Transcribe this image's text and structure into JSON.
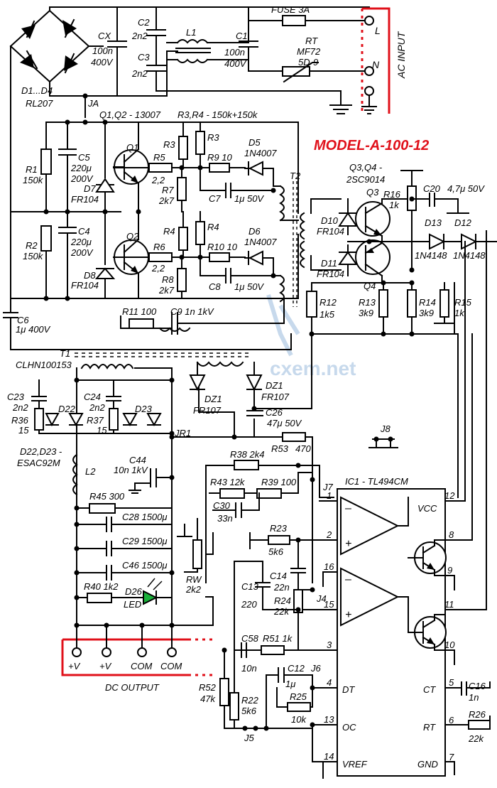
{
  "title": "MODEL-A-100-12",
  "watermark": "cxem.net",
  "ac_input": {
    "label": "AC INPUT",
    "L": "L",
    "N": "N"
  },
  "dc_output": {
    "label": "DC OUTPUT",
    "terminals": [
      "+V",
      "+V",
      "COM",
      "COM"
    ]
  },
  "ic": {
    "name": "IC1 - TL494CM",
    "pins": {
      "vcc": "VCC",
      "dt": "DT",
      "oc": "OC",
      "vref": "VREF",
      "ct": "CT",
      "rt": "RT",
      "gnd": "GND"
    },
    "pin_numbers": [
      "1",
      "2",
      "3",
      "4",
      "5",
      "6",
      "7",
      "8",
      "9",
      "10",
      "11",
      "12",
      "13",
      "14",
      "15",
      "16"
    ]
  },
  "labels": {
    "fuse": "FUSE  3A",
    "rt1": "RT",
    "rt2": "MF72",
    "rt3": "5D-9",
    "cx1": "CX",
    "cx2": "100n",
    "cx3": "400V",
    "c2a": "C2",
    "c2b": "2n2",
    "c3a": "C3",
    "c3b": "2n2",
    "l1": "L1",
    "c1a": "C1",
    "c1b": "100n",
    "c1c": "400V",
    "d1": "D1...D4",
    "d2": "RL207",
    "ja": "JA",
    "q12": "Q1,Q2 - 13007",
    "r34": "R3,R4 - 150k+150k",
    "c5a": "C5",
    "c5b": "220μ",
    "c5c": "200V",
    "r1a": "R1",
    "r1b": "150k",
    "r2a": "R2",
    "r2b": "150k",
    "c4a": "C4",
    "c4b": "220μ",
    "c4c": "200V",
    "q1": "Q1",
    "q2": "Q2",
    "d7a": "D7",
    "d7b": "FR104",
    "d8a": "D8",
    "d8b": "FR104",
    "r3a": "R3",
    "r3b": "R3",
    "r4a": "R4",
    "r4b": "R4",
    "r5a": "R5",
    "r5b": "2,2",
    "r6a": "R6",
    "r6b": "2,2",
    "r7a": "R7",
    "r7b": "2k7",
    "r8a": "R8",
    "r8b": "2k7",
    "r9": "R9  10",
    "r10": "R10  10",
    "d5a": "D5",
    "d5b": "1N4007",
    "d6a": "D6",
    "d6b": "1N4007",
    "c7a": "C7",
    "c7b": "1μ  50V",
    "c8a": "C8",
    "c8b": "1μ  50V",
    "t2": "T2",
    "q34a": "Q3,Q4 -",
    "q34b": "2SC9014",
    "q3": "Q3",
    "q4": "Q4",
    "r16a": "R16",
    "r16b": "1k",
    "c20": "C20",
    "c20b": "4,7μ 50V",
    "d10a": "D10",
    "d10b": "FR104",
    "d11a": "D11",
    "d11b": "FR104",
    "d13a": "D13",
    "d13b": "1N4148",
    "d12a": "D12",
    "d12b": "1N4148",
    "r12a": "R12",
    "r12b": "1k5",
    "r13a": "R13",
    "r13b": "3k9",
    "r14a": "R14",
    "r14b": "3k9",
    "r15a": "R15",
    "r15b": "1k",
    "c6a": "C6",
    "c6b": "1μ 400V",
    "r11": "R11  100",
    "c9": "C9    1n 1kV",
    "t1a": "T1",
    "t1b": "CLHN100153",
    "dz1a": "DZ1",
    "dz1b": "FR107",
    "dz2a": "DZ1",
    "dz2b": "FR107",
    "c23a": "C23",
    "c23b": "2n2",
    "c24a": "C24",
    "c24b": "2n2",
    "r36a": "R36",
    "r36b": "15",
    "r37a": "R37",
    "r37b": "15",
    "d22": "D22",
    "d23": "D23",
    "d2223a": "D22,D23 -",
    "d2223b": "ESAC92M",
    "jr1": "JR1",
    "c26": "C26",
    "c26b": "47μ 50V",
    "r53": "R53",
    "r53b": "470",
    "j8": "J8",
    "l2": "L2",
    "c44": "C44",
    "c44b": "10n 1kV",
    "r38": "R38  2k4",
    "r43": "R43  12k",
    "r39": "R39  100",
    "j7": "J7",
    "c30a": "C30",
    "c30b": "33n",
    "r45": "R45  300",
    "c28": "C28  1500μ",
    "c29": "C29  1500μ",
    "c46": "C46  1500μ",
    "rwa": "RW",
    "rwb": "2k2",
    "r40": "R40  1k2",
    "d26a": "D26",
    "d26b": "LED",
    "r23": "R23",
    "r23b": "5k6",
    "c14": "C14",
    "c14b": "22n",
    "c13": "C13",
    "c13b": "220",
    "r24": "R24",
    "r24b": "22k",
    "j4": "J4",
    "c58": "C58",
    "c58b": "10n",
    "r51": "R51  1k",
    "c12": "C12",
    "c12b": "1μ",
    "j6": "J6",
    "r25": "R25",
    "r25b": "10k",
    "r52": "R52",
    "r52b": "47k",
    "r22": "R22",
    "r22b": "5k6",
    "j5": "J5",
    "c16": "C16",
    "c16b": "1n",
    "r26": "R26",
    "r26b": "22k"
  },
  "colors": {
    "title": "#e0101a",
    "frame": "#e0101a",
    "led": "#19b13a",
    "watermark": "#c7d9ec"
  }
}
